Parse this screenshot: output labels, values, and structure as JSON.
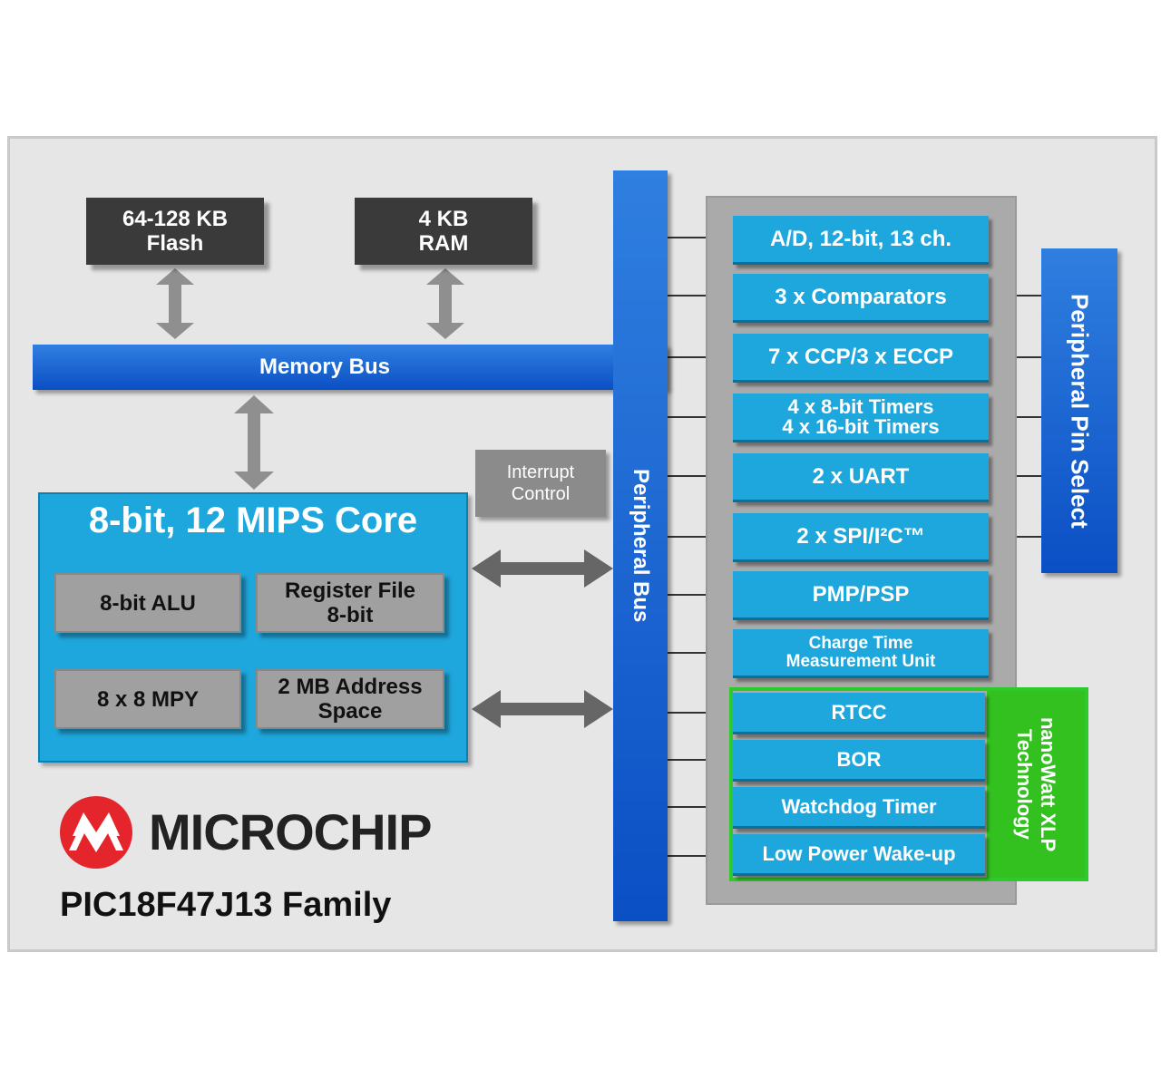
{
  "memory": {
    "flash_label": "64-128 KB\nFlash",
    "ram_label": "4 KB\nRAM"
  },
  "memory_bus_label": "Memory Bus",
  "peripheral_bus_label": "Peripheral Bus",
  "interrupt_label": "Interrupt\nControl",
  "core": {
    "title": "8-bit, 12 MIPS Core",
    "alu": "8-bit ALU",
    "register_file": "Register File\n8-bit",
    "mpy": "8 x 8 MPY",
    "address_space": "2 MB Address\nSpace"
  },
  "peripherals": [
    "A/D, 12-bit, 13 ch.",
    "3 x Comparators",
    "7 x CCP/3 x ECCP",
    "4 x 8-bit Timers\n4 x 16-bit Timers",
    "2 x UART",
    "2 x SPI/I²C™",
    "PMP/PSP",
    "Charge Time\nMeasurement Unit"
  ],
  "nanowatt_items": [
    "RTCC",
    "BOR",
    "Watchdog Timer",
    "Low Power Wake-up"
  ],
  "nanowatt_label": "nanoWatt XLP\nTechnology",
  "pin_select_label": "Peripheral Pin Select",
  "brand": {
    "logo_text": "MICROCHIP",
    "family": "PIC18F47J13 Family",
    "logo_colors": {
      "red": "#e4262c",
      "white": "#ffffff"
    }
  },
  "colors": {
    "bus_blue": "#0b56cc",
    "peripheral_cyan": "#1ea7dd",
    "nanowatt_green": "#33c11f",
    "memory_dark": "#3a3a3a"
  }
}
